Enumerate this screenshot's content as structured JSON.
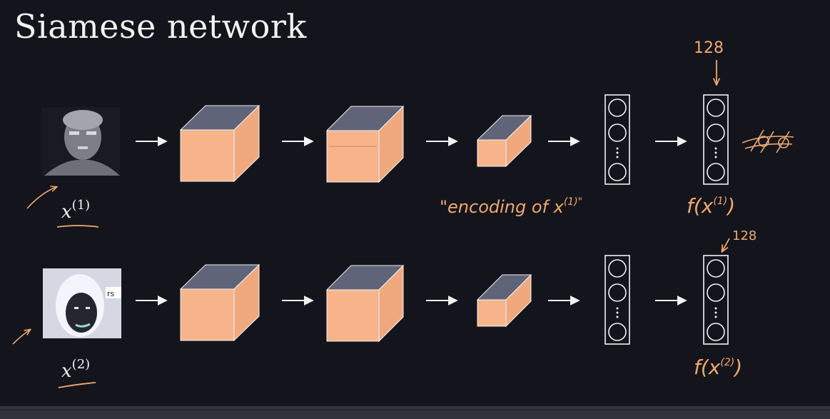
{
  "title": "Siamese network",
  "colors": {
    "background": "#14141c",
    "cube_face": "#f7b48a",
    "cube_top": "#5f6478",
    "cube_side": "#f0a97f",
    "ink": "#f2f2f2",
    "annotation": "#f0a96e"
  },
  "rows": [
    {
      "input_label_base": "x",
      "input_label_exp": "(1)",
      "output_label": "f(x",
      "output_exp": "(1)",
      "output_close": ")"
    },
    {
      "input_label_base": "x",
      "input_label_exp": "(2)",
      "output_label": "f(x",
      "output_exp": "(2)",
      "output_close": ")"
    }
  ],
  "annotations": {
    "encoding_note": "\"encoding of x",
    "encoding_exp": "(1)\"",
    "dim_top": "128",
    "dim_bottom": "128"
  }
}
